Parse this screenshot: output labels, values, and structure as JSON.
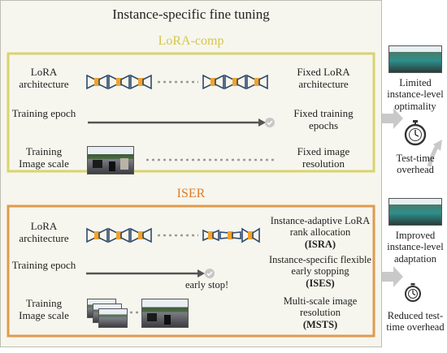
{
  "title": "Instance-specific fine tuning",
  "lora_comp": {
    "heading": "LoRA-comp",
    "rows": [
      {
        "label": "LoRA architecture",
        "desc": "Fixed LoRA architecture"
      },
      {
        "label": "Training epoch",
        "desc": "Fixed training epochs"
      },
      {
        "label": "Training Image scale",
        "desc": "Fixed image resolution"
      }
    ]
  },
  "iser": {
    "heading": "ISER",
    "rows": [
      {
        "label": "LoRA architecture",
        "desc": "Instance-adaptive LoRA rank allocation",
        "tag": "(ISRA)"
      },
      {
        "label": "Training epoch",
        "desc": "Instance-specific flexible early stopping",
        "tag": "(ISES)",
        "note": "early stop!"
      },
      {
        "label": "Training Image scale",
        "desc": "Multi-scale image resolution",
        "tag": "(MSTS)"
      }
    ]
  },
  "side": {
    "top_text": "Limited instance-level optimality",
    "top_sub": "Test-time overhead",
    "bottom_text": "Improved instance-level adaptation",
    "bottom_sub": "Reduced test-time overhead"
  },
  "colors": {
    "lora_comp_border": "#d9d36e",
    "lora_comp_heading": "#d6c64a",
    "iser_border": "#e09a4c",
    "iser_heading": "#e07b2a",
    "module_orange": "#f1a32c",
    "module_navy": "#2f4a6b",
    "arrow_gray": "#9a9a9a"
  },
  "icons": [
    "check-icon",
    "stopwatch-icon",
    "arrow-right-icon",
    "arrow-up-icon"
  ]
}
